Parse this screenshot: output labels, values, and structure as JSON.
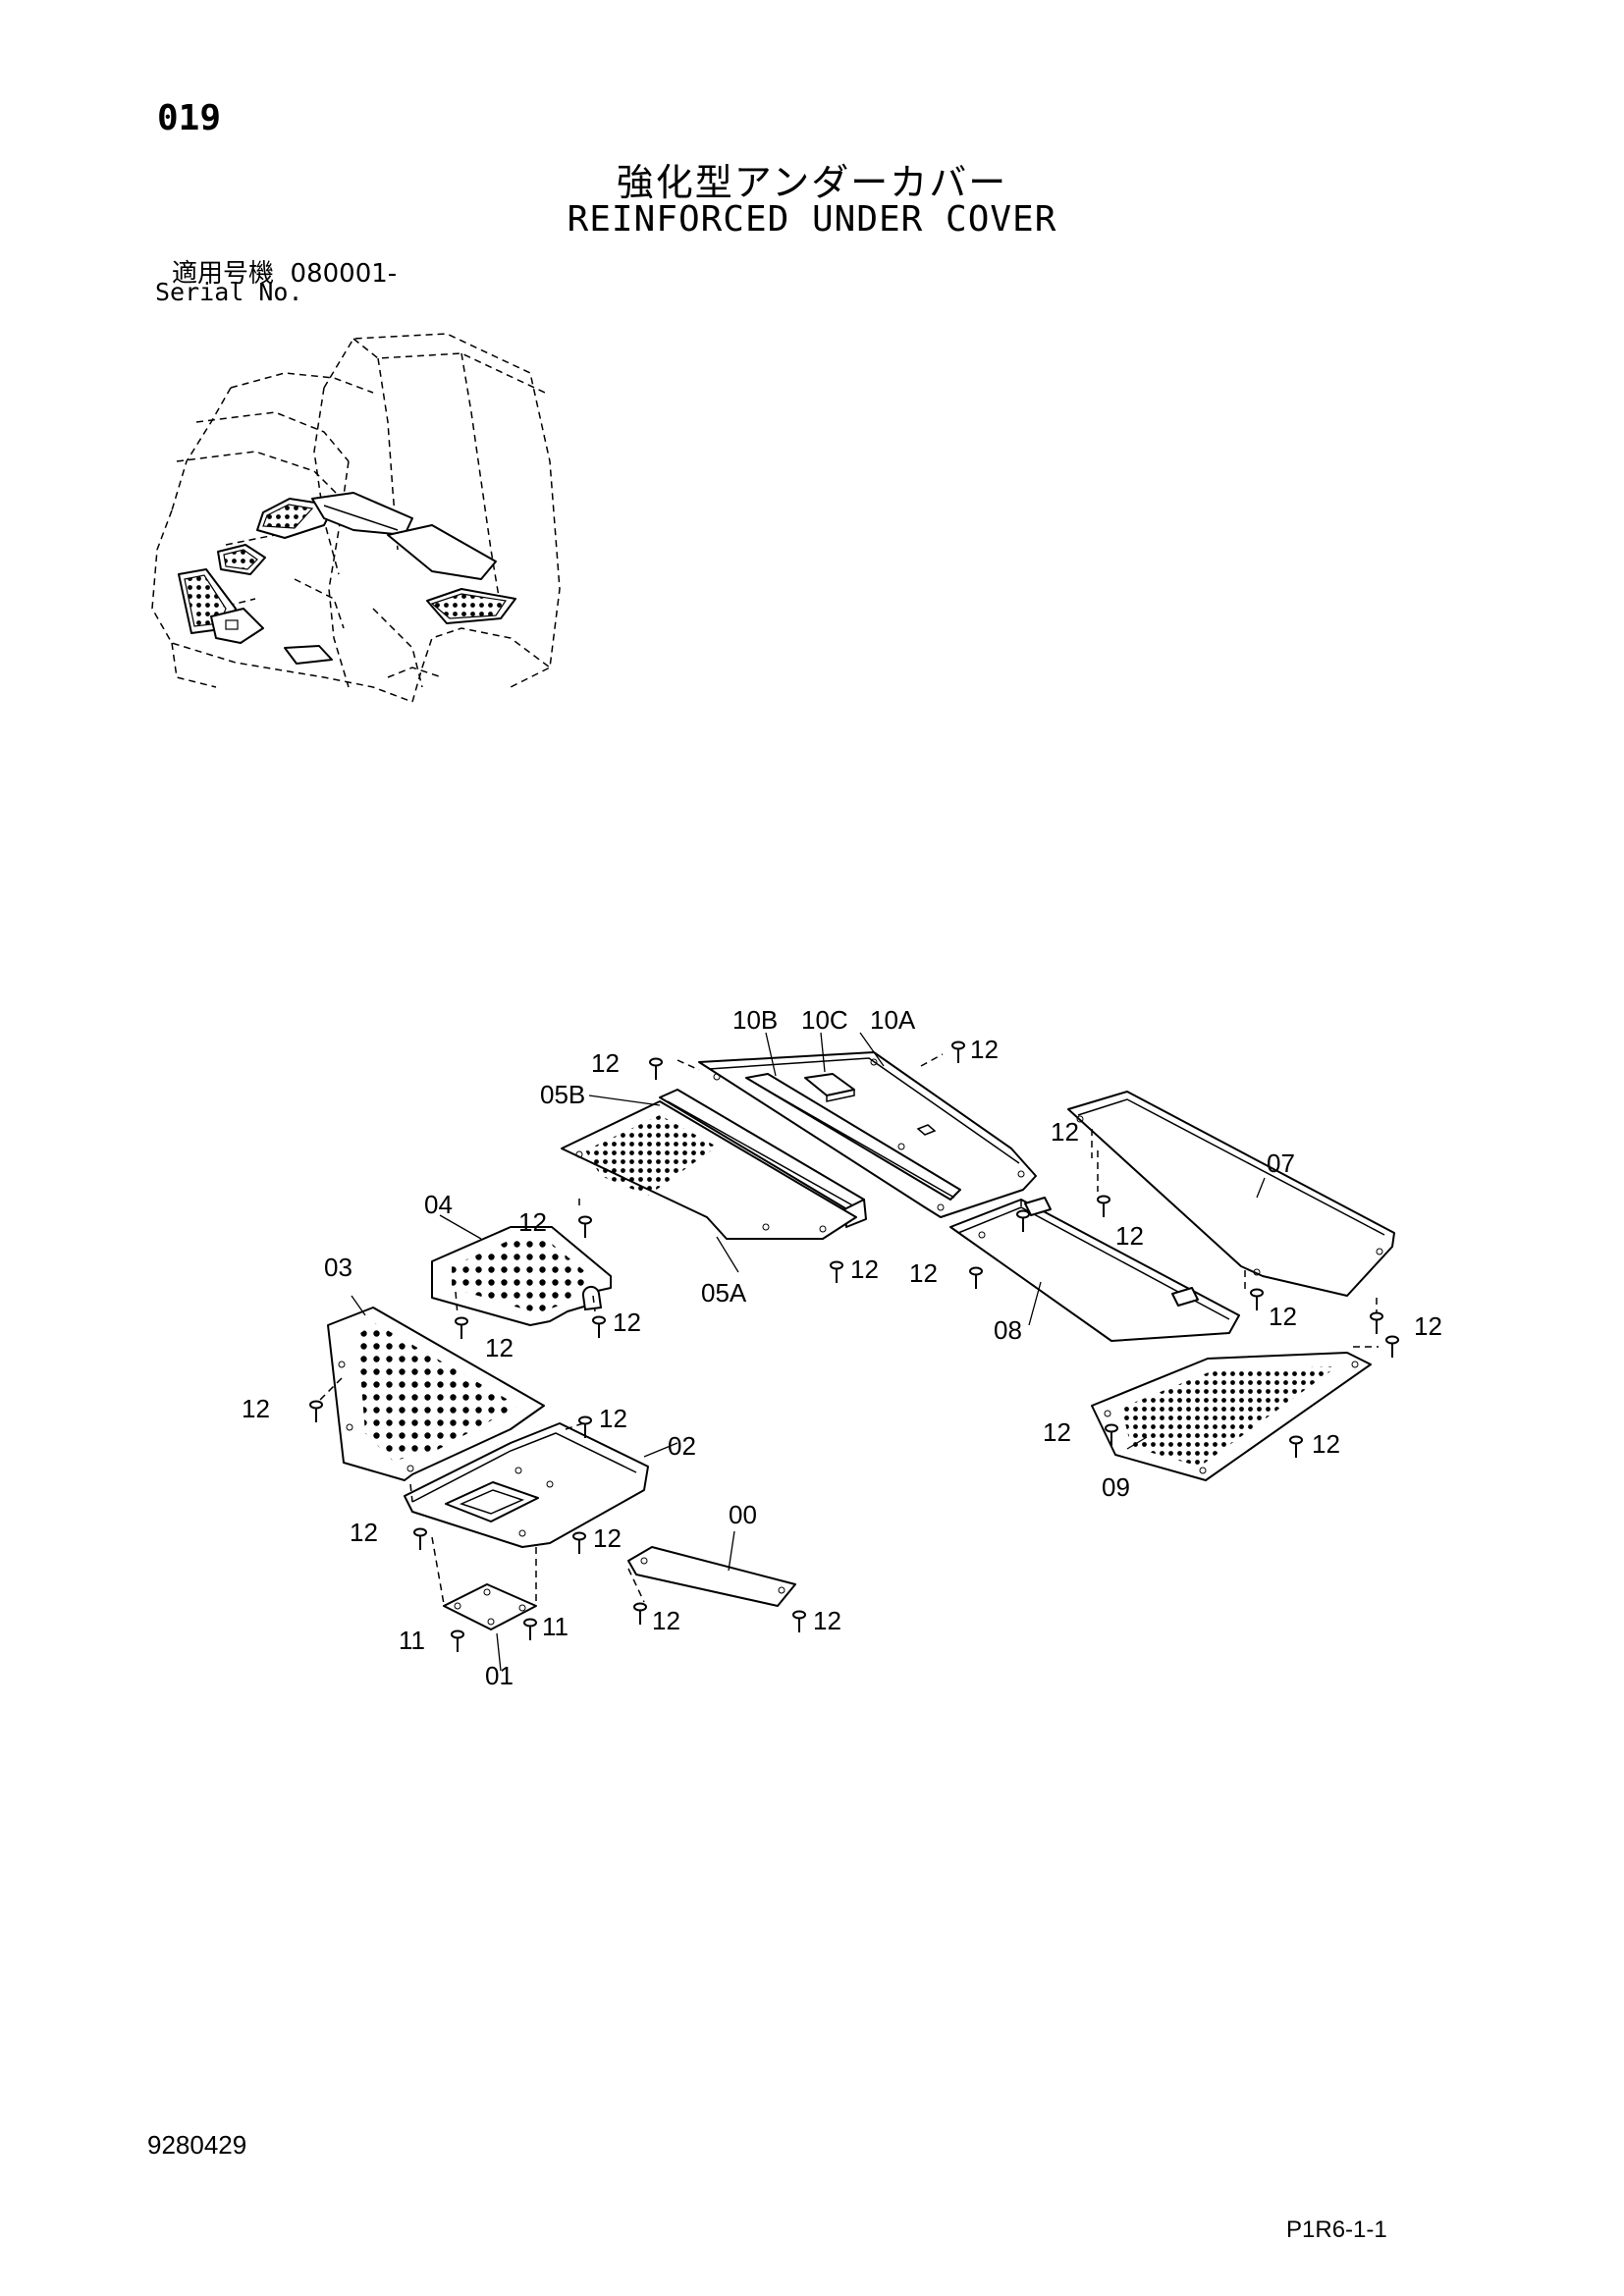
{
  "header": {
    "page_number": "019",
    "title_jp": "強化型アンダーカバー",
    "title_en": "REINFORCED UNDER COVER",
    "serial_label_jp": "適用号機",
    "serial_value": "080001-",
    "serial_label_en": "Serial No."
  },
  "parts": [
    {
      "label": "00",
      "name": "cover-00"
    },
    {
      "label": "01",
      "name": "cover-01"
    },
    {
      "label": "02",
      "name": "cover-02"
    },
    {
      "label": "03",
      "name": "cover-03"
    },
    {
      "label": "04",
      "name": "cover-04"
    },
    {
      "label": "05A",
      "name": "cover-05a"
    },
    {
      "label": "05B",
      "name": "cover-05b"
    },
    {
      "label": "07",
      "name": "cover-07"
    },
    {
      "label": "08",
      "name": "cover-08"
    },
    {
      "label": "09",
      "name": "cover-09"
    },
    {
      "label": "10A",
      "name": "cover-10a"
    },
    {
      "label": "10B",
      "name": "cover-10b"
    },
    {
      "label": "10C",
      "name": "cover-10c"
    },
    {
      "label": "11",
      "name": "bolt-11"
    },
    {
      "label": "12",
      "name": "bolt-12"
    }
  ],
  "footer": {
    "doc_number": "9280429",
    "page_ref": "P1R6-1-1"
  }
}
